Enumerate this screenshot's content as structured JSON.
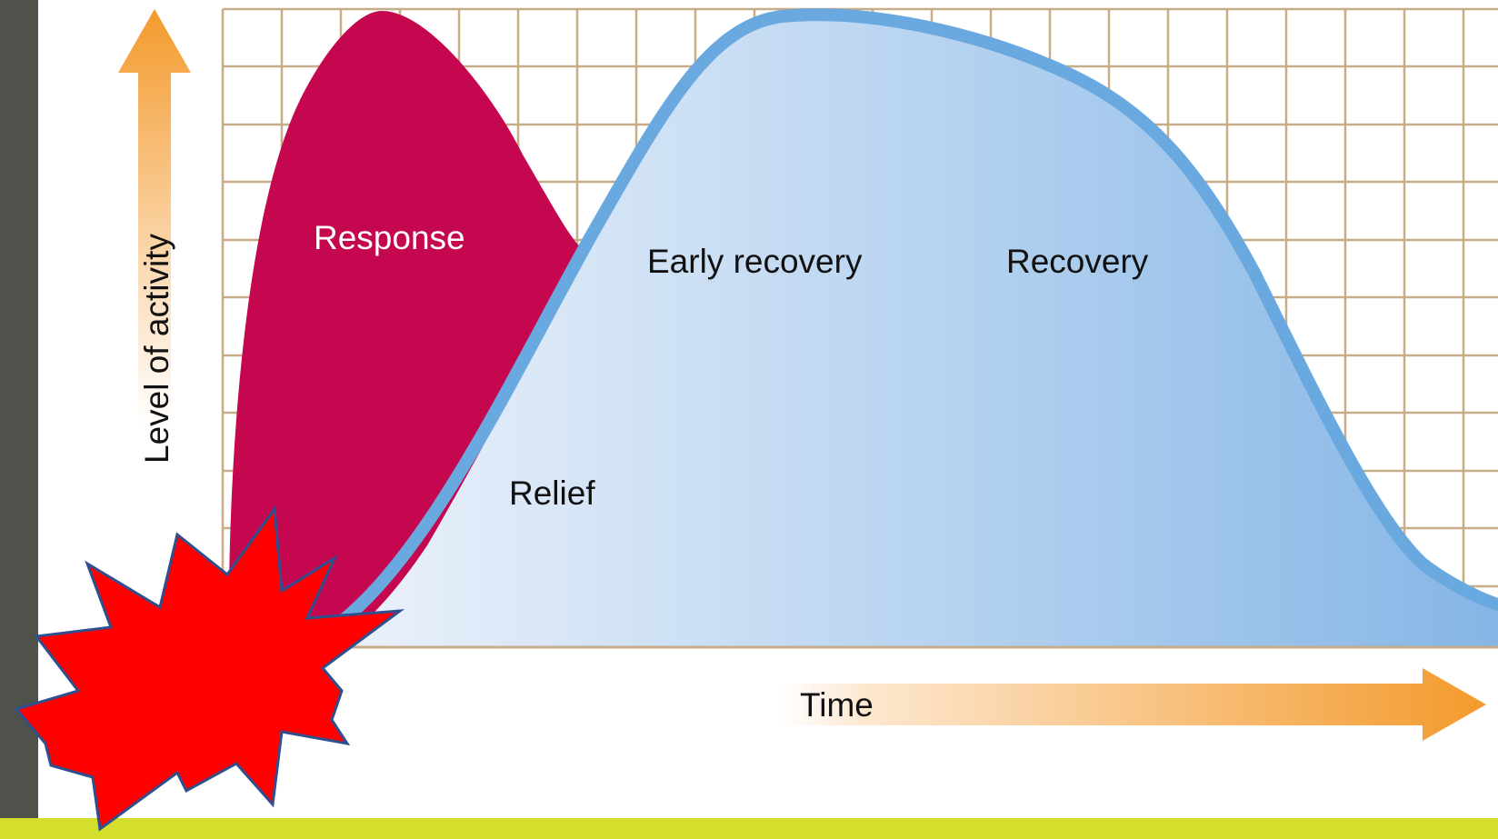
{
  "diagram": {
    "labels": {
      "response": "Response",
      "relief": "Relief",
      "early_recovery": "Early recovery",
      "recovery": "Recovery",
      "y_axis": "Level of activity",
      "x_axis": "Time"
    },
    "colors": {
      "response_fill": "#c4074f",
      "recovery_fill_light": "#eef3fb",
      "recovery_fill_dark": "#85b6e6",
      "recovery_outline": "#6aa8e0",
      "grid_line": "#c6ad87",
      "arrow_orange": "#f39a2c",
      "arrow_light": "#fde7cf",
      "starburst_fill": "#ff0000",
      "starburst_outline": "#2f4f8f",
      "left_bar": "#4f514b",
      "bottom_bar": "#d4de2c"
    }
  }
}
